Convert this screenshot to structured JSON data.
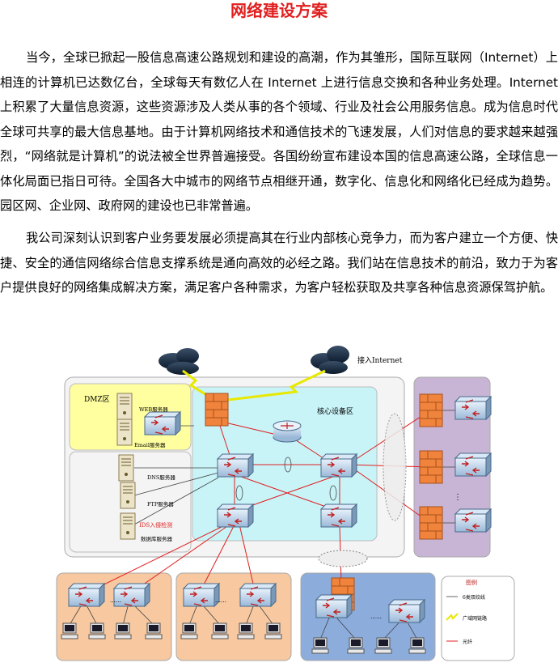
{
  "doc": {
    "title": "网络建设方案",
    "paragraphs": [
      "当今，全球已掀起一股信息高速公路规划和建设的高潮，作为其雏形，国际互联网（Internet）上相连的计算机已达数亿台，全球每天有数亿人在 Internet 上进行信息交换和各种业务处理。Internet 上积累了大量信息资源，这些资源涉及人类从事的各个领域、行业及社会公用服务信息。成为信息时代全球可共享的最大信息基地。由于计算机网络技术和通信技术的飞速发展，人们对信息的要求越来越强烈，“网络就是计算机”的说法被全世界普遍接受。各国纷纷宣布建设本国的信息高速公路，全球信息一体化局面已指日可待。全国各大中城市的网络节点相继开通，数字化、信息化和网络化已经成为趋势。园区网、企业网、政府网的建设也已非常普遍。",
      "我公司深刻认识到客户业务要发展必须提高其在行业内部核心竞争力，而为客户建立一个方便、快捷、安全的通信网络综合信息支撑系统是通向高效的必经之路。我们站在信息技术的前沿，致力于为客户提供良好的网络集成解决方案，满足客户各种需求，为客户轻松获取及共享各种信息资源保驾护航。"
    ]
  },
  "diagram": {
    "internet_label": "接入Internet",
    "dmz_label": "DMZ区",
    "core_label": "核心设备区",
    "servers": {
      "web": "WEB服务器",
      "email": "Email服务器",
      "dns": "DNS服务器",
      "ftp": "FTP服务器",
      "ids": "IDS入侵检测",
      "db": "数据库服务器"
    },
    "dots": "……",
    "vdots": "⋮",
    "legend": {
      "title": "图例",
      "items": [
        "6类双绞线",
        "广域网链路",
        "光纤"
      ]
    },
    "colors": {
      "title_red": "#e02020",
      "dmz_fill": "#ffffa0",
      "core_fill": "#c8f4f8",
      "right_fill": "#c8b4d4",
      "access_fill": "#f8c8a0",
      "bottom_right_fill": "#8cacdc",
      "link_red": "#e02020",
      "wan_yellow": "#e8e800"
    }
  }
}
